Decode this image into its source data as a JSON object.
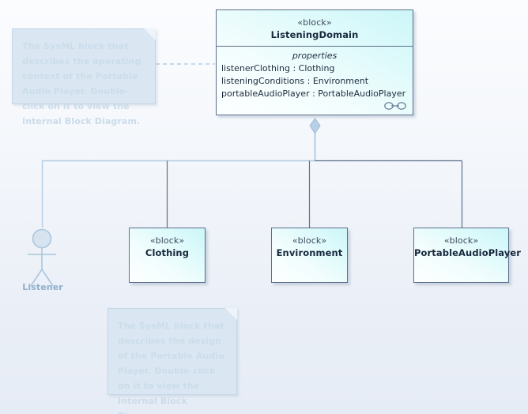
{
  "diagram": {
    "type": "SysML Block Definition Diagram",
    "background_top_color": "#fbfcfe",
    "background_bottom_color": "#e6ecf5"
  },
  "root_block": {
    "stereotype": "«block»",
    "name": "ListeningDomain",
    "compartment_label": "properties",
    "properties": [
      "listenerClothing : Clothing",
      "listeningConditions : Environment",
      "portableAudioPlayer : PortableAudioPlayer"
    ],
    "indicator_icon": "internal-block-diagram-icon",
    "border_color": "#5c6f8c",
    "fill_color": "#ddfafb"
  },
  "part_blocks": [
    {
      "stereotype": "«block»",
      "name": "Clothing"
    },
    {
      "stereotype": "«block»",
      "name": "Environment"
    },
    {
      "stereotype": "«block»",
      "name": "PortableAudioPlayer"
    }
  ],
  "actor": {
    "name": "Listener",
    "color": "#8fb0cd"
  },
  "notes": [
    {
      "id": "context-note",
      "text": "The SysML block that describes the operating context of the Portable Audio Player. Double-click on it to view the Internal Block Diagram.",
      "fill_color": "#dae7f3",
      "text_color": "#cbdcea"
    },
    {
      "id": "design-note",
      "text": "The SysML block that describes the design of the Portable Audio Player. Double-click on it to view the Internal Block Diagram.",
      "fill_color": "#dae7f3",
      "text_color": "#cbdcea"
    }
  ],
  "connectors": {
    "composition_diamond": "filled-diamond",
    "tree_line_color": "#5c6f8c",
    "actor_line_color": "#b3cde4",
    "note_link_style": "dashed"
  }
}
